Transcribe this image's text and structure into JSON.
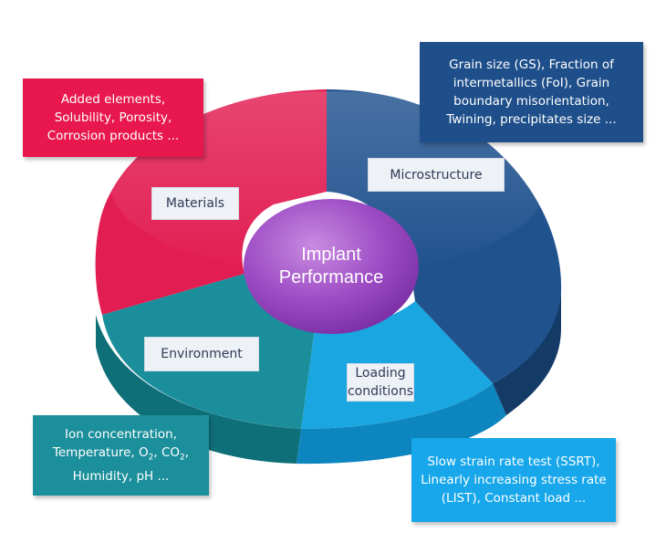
{
  "center": {
    "line1": "Implant",
    "line2": "Performance"
  },
  "segments": {
    "materials": {
      "label": "Materials",
      "color": "#e21d52"
    },
    "microstructure": {
      "label": "Microstructure",
      "color": "#20528e"
    },
    "loading": {
      "line1": "Loading",
      "line2": "conditions",
      "color": "#1aa6e0"
    },
    "environment": {
      "label": "Environment",
      "color": "#1a8e9a"
    }
  },
  "callouts": {
    "materials": {
      "lines": [
        "Added elements,",
        "Solubility, Porosity,",
        "Corrosion products ..."
      ],
      "color": "#e8174d"
    },
    "microstructure": {
      "lines": [
        "Grain size (GS), Fraction of",
        "intermetallics (FoI), Grain",
        "boundary misorientation,",
        "Twining, precipitates size ..."
      ],
      "color": "#1f4f8a"
    },
    "environment": {
      "line1": "Ion concentration,",
      "line2_pre": "Temperature, O",
      "line2_sub1": "2",
      "line2_mid": ", CO",
      "line2_sub2": "2",
      "line2_post": ",",
      "line3": "Humidity, pH ...",
      "color": "#1b8f9b"
    },
    "loading": {
      "lines": [
        "Slow strain rate test (SSRT),",
        "Linearly increasing stress rate",
        "(LIST), Constant load ..."
      ],
      "color": "#17a7ea"
    }
  }
}
